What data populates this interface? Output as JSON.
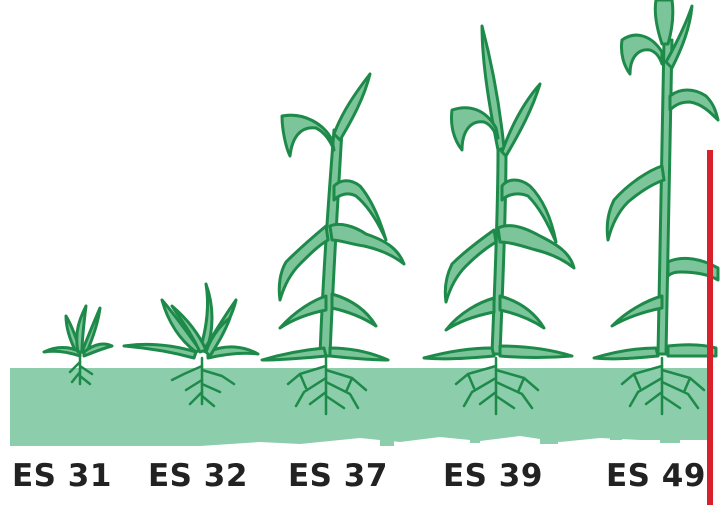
{
  "stages": [
    {
      "label": "ES 31"
    },
    {
      "label": "ES 32"
    },
    {
      "label": "ES 37"
    },
    {
      "label": "ES 39"
    },
    {
      "label": "ES 49"
    }
  ],
  "colors": {
    "plant_fill": "#7cc49a",
    "plant_outline": "#1e8a4a",
    "soil": "#8ccdab",
    "accent_bar": "#d8212a",
    "label_text": "#222222"
  }
}
